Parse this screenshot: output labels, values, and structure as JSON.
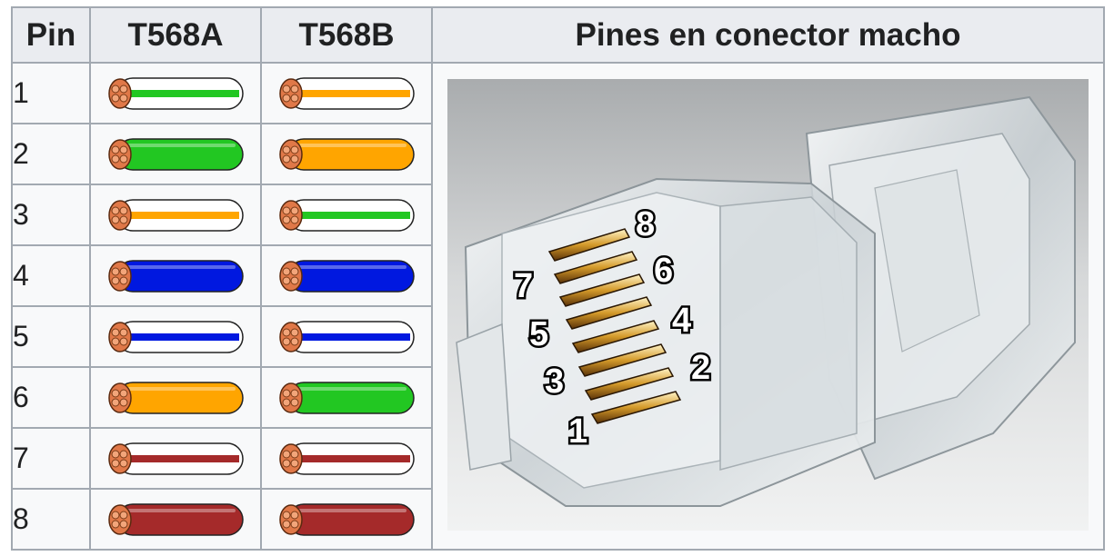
{
  "headers": {
    "pin": "Pin",
    "a": "T568A",
    "b": "T568B",
    "photo": "Pines en conector macho"
  },
  "colors": {
    "green": "#22c722",
    "orange": "#ffa500",
    "blue": "#0018e0",
    "brown": "#a52a2a",
    "white": "#ffffff",
    "copper": "#e07848"
  },
  "rows": [
    {
      "pin": "1",
      "a": {
        "color": "green",
        "striped": true
      },
      "b": {
        "color": "orange",
        "striped": true
      }
    },
    {
      "pin": "2",
      "a": {
        "color": "green",
        "striped": false
      },
      "b": {
        "color": "orange",
        "striped": false
      }
    },
    {
      "pin": "3",
      "a": {
        "color": "orange",
        "striped": true
      },
      "b": {
        "color": "green",
        "striped": true
      }
    },
    {
      "pin": "4",
      "a": {
        "color": "blue",
        "striped": false
      },
      "b": {
        "color": "blue",
        "striped": false
      }
    },
    {
      "pin": "5",
      "a": {
        "color": "blue",
        "striped": true
      },
      "b": {
        "color": "blue",
        "striped": true
      }
    },
    {
      "pin": "6",
      "a": {
        "color": "orange",
        "striped": false
      },
      "b": {
        "color": "green",
        "striped": false
      }
    },
    {
      "pin": "7",
      "a": {
        "color": "brown",
        "striped": true
      },
      "b": {
        "color": "brown",
        "striped": true
      }
    },
    {
      "pin": "8",
      "a": {
        "color": "brown",
        "striped": false
      },
      "b": {
        "color": "brown",
        "striped": false
      }
    }
  ],
  "photo": {
    "pin_labels": [
      "1",
      "2",
      "3",
      "4",
      "5",
      "6",
      "7",
      "8"
    ]
  }
}
